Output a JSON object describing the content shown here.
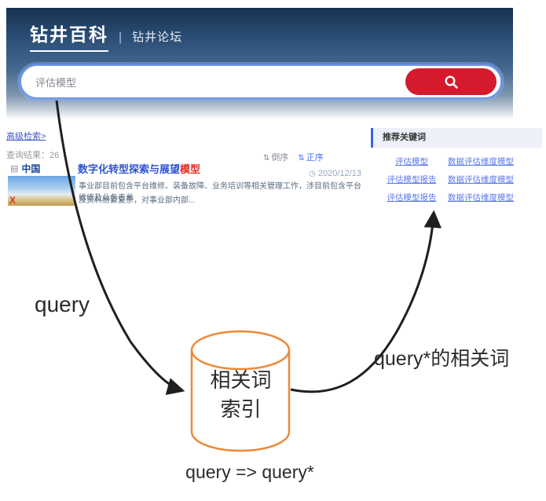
{
  "header": {
    "brand": "钻井百科",
    "divider": "|",
    "forum_link": "钻井论坛",
    "search": {
      "value": "评估模型",
      "button_icon": "search-magnifier"
    }
  },
  "results": {
    "advanced_search_link": "高级检索>",
    "result_count": "查询结果：26",
    "sort": {
      "desc_label": "倒序",
      "asc_label": "正序"
    },
    "item": {
      "source": "中国",
      "title_main": "数字化转型探索与展望",
      "title_highlight": "模型",
      "date": "2020/12/13",
      "desc_line1": "事业部目前包含平台维修、装备故障、业务培训等相关管理工作，涉目前包含平台维修及业务表单",
      "desc_line2": "及资料纷繁复杂，对事业部内部...",
      "thumb_watermark": "X"
    }
  },
  "keywords_panel": {
    "title": "推荐关键词",
    "links": [
      "评估模型",
      "数据评估维度模型",
      "评估模型报告",
      "数据评估维度模型",
      "评估模型报告",
      "数据评估维度模型"
    ]
  },
  "diagram": {
    "query_label": "query",
    "cylinder_line1": "相关词",
    "cylinder_line2": "索引",
    "output_label": "query*的相关词",
    "bottom_label": "query => query*"
  },
  "icons": {
    "sort_glyph": "⇅",
    "clock_glyph": "◷",
    "source_glyph": "▤"
  },
  "colors": {
    "header_top": "#16324f",
    "header_mid": "#44698f",
    "search_border_blue": "#6f97ec",
    "button_red": "#d41a2c",
    "link_blue": "#5b76f0",
    "title_blue": "#2f55d0",
    "highlight_red": "#e02a1d",
    "cylinder_orange": "#ed8936",
    "arrow_black": "#1f1f1f"
  }
}
